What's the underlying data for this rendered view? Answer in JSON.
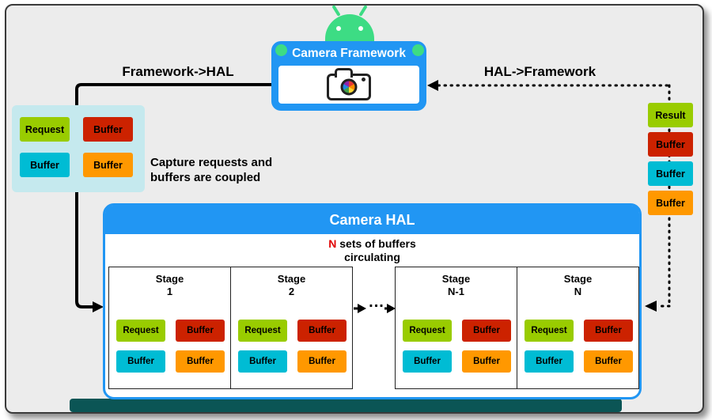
{
  "framework": {
    "title": "Camera Framework"
  },
  "arrows": {
    "framework_to_hal": "Framework->HAL",
    "hal_to_framework": "HAL->Framework",
    "ellipsis": "..."
  },
  "coupled_note": {
    "line1": "Capture requests and",
    "line2": "buffers are coupled"
  },
  "left_group": {
    "chips": [
      {
        "label": "Request",
        "color": "#99CC00"
      },
      {
        "label": "Buffer",
        "color": "#CC2200"
      },
      {
        "label": "Buffer",
        "color": "#00BCD4"
      },
      {
        "label": "Buffer",
        "color": "#FF9800"
      }
    ]
  },
  "right_group": {
    "chips": [
      {
        "label": "Result",
        "color": "#99CC00"
      },
      {
        "label": "Buffer",
        "color": "#CC2200"
      },
      {
        "label": "Buffer",
        "color": "#00BCD4"
      },
      {
        "label": "Buffer",
        "color": "#FF9800"
      }
    ]
  },
  "hal": {
    "title": "Camera HAL",
    "note_n": "N",
    "note_line1": " sets of buffers",
    "note_line2": "circulating"
  },
  "stages": [
    {
      "title_line1": "Stage",
      "title_line2": "1",
      "chips": [
        {
          "label": "Request",
          "color": "#99CC00"
        },
        {
          "label": "Buffer",
          "color": "#CC2200"
        },
        {
          "label": "Buffer",
          "color": "#00BCD4"
        },
        {
          "label": "Buffer",
          "color": "#FF9800"
        }
      ]
    },
    {
      "title_line1": "Stage",
      "title_line2": "2",
      "chips": [
        {
          "label": "Request",
          "color": "#99CC00"
        },
        {
          "label": "Buffer",
          "color": "#CC2200"
        },
        {
          "label": "Buffer",
          "color": "#00BCD4"
        },
        {
          "label": "Buffer",
          "color": "#FF9800"
        }
      ]
    },
    {
      "title_line1": "Stage",
      "title_line2": "N-1",
      "chips": [
        {
          "label": "Request",
          "color": "#99CC00"
        },
        {
          "label": "Buffer",
          "color": "#CC2200"
        },
        {
          "label": "Buffer",
          "color": "#00BCD4"
        },
        {
          "label": "Buffer",
          "color": "#FF9800"
        }
      ]
    },
    {
      "title_line1": "Stage",
      "title_line2": "N",
      "chips": [
        {
          "label": "Request",
          "color": "#99CC00"
        },
        {
          "label": "Buffer",
          "color": "#CC2200"
        },
        {
          "label": "Buffer",
          "color": "#00BCD4"
        },
        {
          "label": "Buffer",
          "color": "#FF9800"
        }
      ]
    }
  ],
  "colors": {
    "android_blue": "#2196F3",
    "robot_green": "#3DDC84",
    "light_cyan": "#C5E9EE",
    "teal_bar": "#0B5555",
    "n_red": "#E00000"
  }
}
